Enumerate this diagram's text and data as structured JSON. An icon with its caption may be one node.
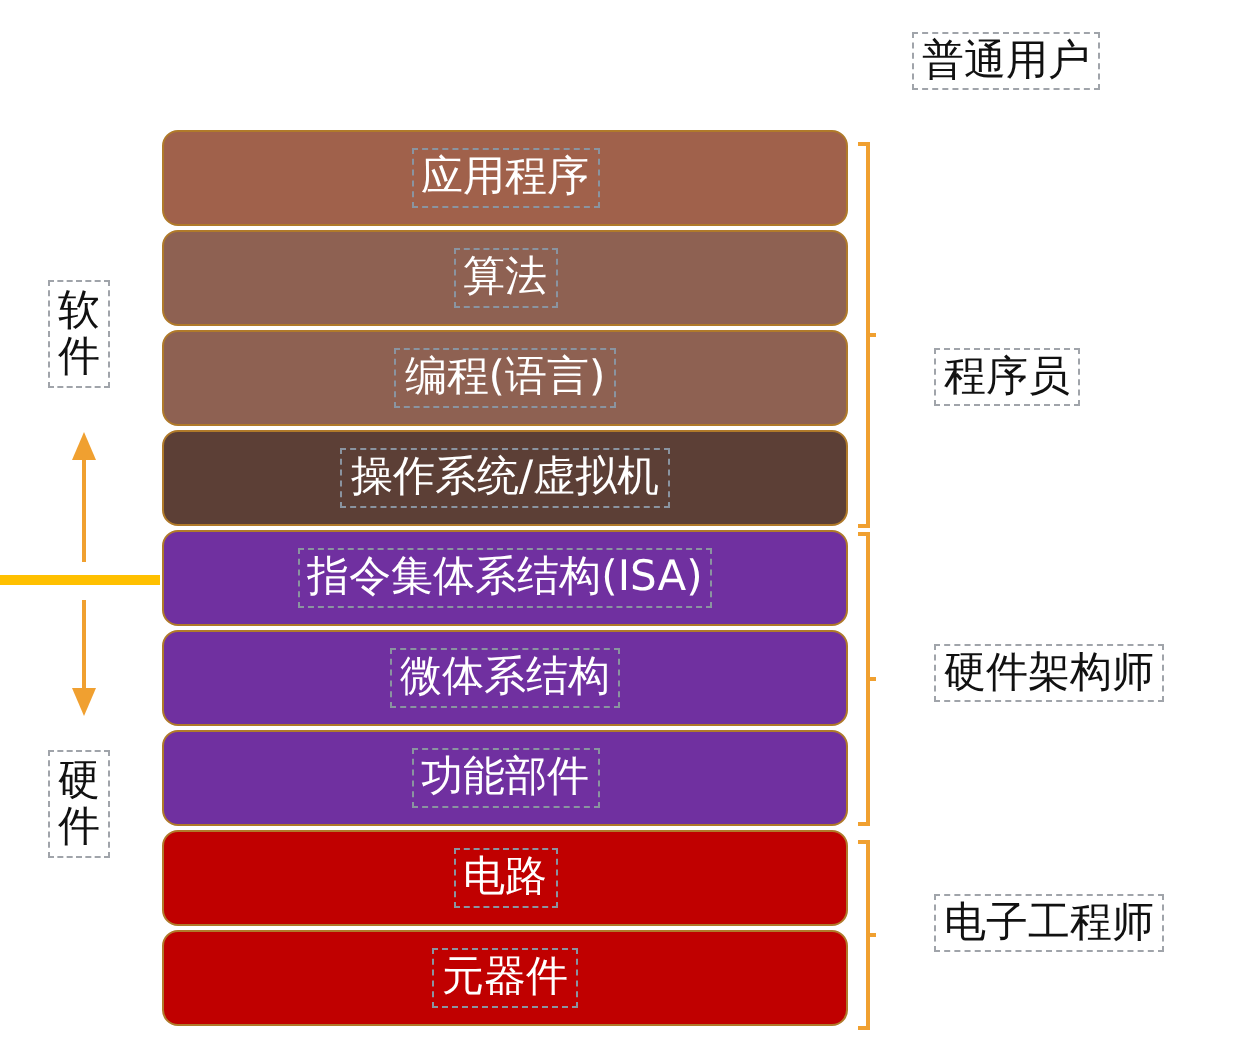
{
  "diagram": {
    "nodes": [
      {
        "text": [
          "应用程序"
        ]
      },
      {
        "text": [
          "算法"
        ]
      },
      {
        "text": [
          "编程(语言)"
        ]
      },
      {
        "text": [
          "操作系统/虚拟机"
        ]
      },
      {
        "text": [
          "指令集体系结构(ISA)"
        ]
      },
      {
        "text": [
          "微体系结构"
        ]
      },
      {
        "text": [
          "功能部件"
        ]
      },
      {
        "text": [
          "电路"
        ]
      },
      {
        "text": [
          "元器件"
        ]
      }
    ],
    "edges": [],
    "labels": [
      "普通用户",
      "软件",
      "程序员",
      "硬件架构师",
      "硬件",
      "电子工程师"
    ]
  }
}
